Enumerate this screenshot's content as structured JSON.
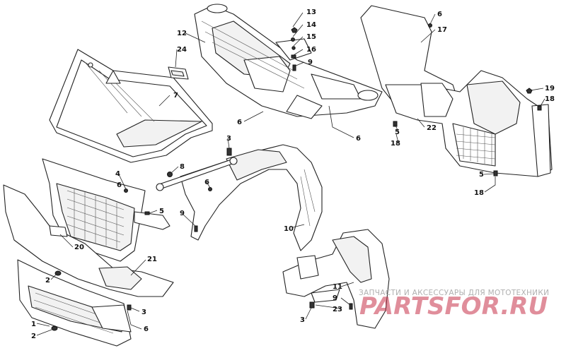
{
  "callouts": [
    {
      "text": "13"
    },
    {
      "text": "14"
    },
    {
      "text": "15"
    },
    {
      "text": "16"
    },
    {
      "text": "9"
    },
    {
      "text": "12"
    },
    {
      "text": "24"
    },
    {
      "text": "6"
    },
    {
      "text": "6"
    },
    {
      "text": "7"
    },
    {
      "text": "6"
    },
    {
      "text": "17"
    },
    {
      "text": "19"
    },
    {
      "text": "18"
    },
    {
      "text": "5"
    },
    {
      "text": "22"
    },
    {
      "text": "18"
    },
    {
      "text": "5"
    },
    {
      "text": "18"
    },
    {
      "text": "3"
    },
    {
      "text": "8"
    },
    {
      "text": "4"
    },
    {
      "text": "6"
    },
    {
      "text": "6"
    },
    {
      "text": "5"
    },
    {
      "text": "9"
    },
    {
      "text": "10"
    },
    {
      "text": "20"
    },
    {
      "text": "21"
    },
    {
      "text": "2"
    },
    {
      "text": "3"
    },
    {
      "text": "1"
    },
    {
      "text": "2"
    },
    {
      "text": "6"
    },
    {
      "text": "11"
    },
    {
      "text": "9"
    },
    {
      "text": "23"
    },
    {
      "text": "3"
    }
  ],
  "watermark": {
    "caption": "ЗАПЧАСТИ И АКСЕССУАРЫ ДЛЯ МОТОТЕХНИКИ",
    "logo": "PARTSFOR.RU"
  }
}
